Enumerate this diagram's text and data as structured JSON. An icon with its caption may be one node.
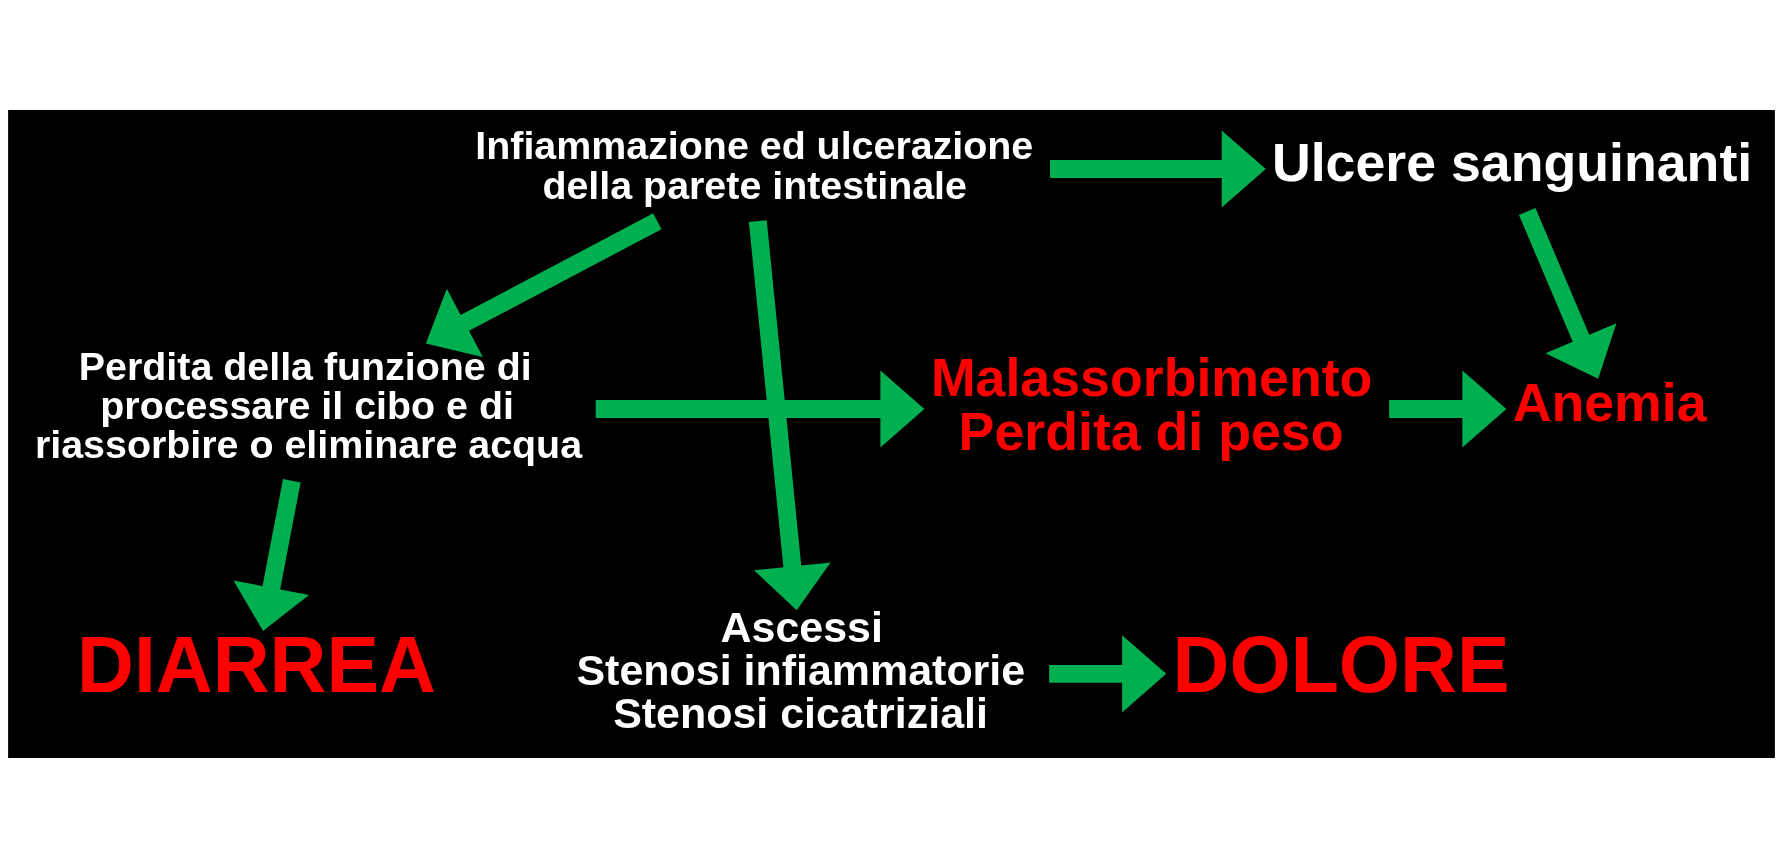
{
  "diagram": {
    "nodes": [
      {
        "text": [
          "Infiammazione ed ulcerazione della parete intestinale"
        ]
      },
      {
        "text": [
          "Ulcere sanguinanti"
        ]
      },
      {
        "text": [
          "Perdita della funzione di processare il cibo e di riassorbire o eliminare acqua"
        ]
      },
      {
        "text": [
          "Malassorbimento",
          "Perdita di peso"
        ]
      },
      {
        "text": [
          "Anemia"
        ]
      },
      {
        "text": [
          "DIARREA"
        ]
      },
      {
        "text": [
          "Ascessi",
          "Stenosi infiammatorie",
          "Stenosi cicatriziali"
        ]
      },
      {
        "text": [
          "DOLORE"
        ]
      }
    ],
    "edges": [
      {
        "from": 0,
        "to": 1,
        "arrow": "to"
      },
      {
        "from": 1,
        "to": 4,
        "arrow": "to"
      },
      {
        "from": 0,
        "to": 2,
        "arrow": "to"
      },
      {
        "from": 2,
        "to": 3,
        "arrow": "to"
      },
      {
        "from": 3,
        "to": 4,
        "arrow": "to"
      },
      {
        "from": 2,
        "to": 5,
        "arrow": "to"
      },
      {
        "from": 0,
        "to": 6,
        "arrow": "to"
      },
      {
        "from": 6,
        "to": 7,
        "arrow": "to"
      }
    ]
  }
}
